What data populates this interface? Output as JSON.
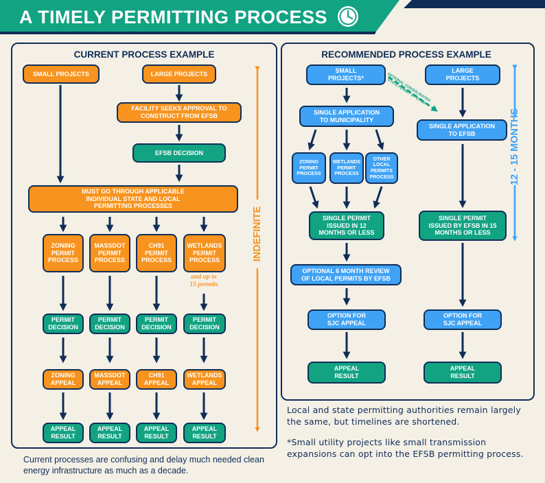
{
  "title": "A TIMELY PERMITTING PROCESS",
  "icons": {
    "clock": "clock-icon"
  },
  "colors": {
    "navy": "#0f2d57",
    "green": "#12a383",
    "orange": "#f7931e",
    "blue": "#3fa2f5",
    "background": "#f4f0e6"
  },
  "current": {
    "heading": "CURRENT PROCESS EXAMPLE",
    "small_projects": "SMALL PROJECTS",
    "large_projects": "LARGE PROJECTS",
    "facility_seeks": "FACILITY SEEKS APPROVAL TO\nCONSTRUCT FROM EFSB",
    "efsb_decision": "EFSB DECISION",
    "must_go_through": "MUST GO THROUGH APPLICABLE\nINDIVIDUAL STATE AND LOCAL\nPERMITTING PROCESSES",
    "processes": [
      "ZONING\nPERMIT\nPROCESS",
      "MASSDOT\nPERMIT\nPROCESS",
      "CH91\nPERMIT\nPROCESS",
      "WETLANDS\nPERMIT\nPROCESS"
    ],
    "more_permits_note": "and  up to\n15 permits",
    "decisions": [
      "PERMIT\nDECISION",
      "PERMIT\nDECISION",
      "PERMIT\nDECISION",
      "PERMIT\nDECISION"
    ],
    "appeals": [
      "ZONING\nAPPEAL",
      "MASSDOT\nAPPEAL",
      "CH91\nAPPEAL",
      "WETLANDS\nAPPEAL"
    ],
    "results": [
      "APPEAL\nRESULT",
      "APPEAL\nRESULT",
      "APPEAL\nRESULT",
      "APPEAL\nRESULT"
    ],
    "timeline": "INDEFINITE",
    "footnote": "Current processes are confusing and delay much needed clean\nenergy infrastructure as much as a decade."
  },
  "recommended": {
    "heading": "RECOMMENDED PROCESS EXAMPLE",
    "small_projects": "SMALL\nPROJECTS*",
    "large_projects": "LARGE\nPROJECTS",
    "optional_label": "OPTIONAL CONSOLIDATED\nSTATE PERMIT BY EFSB",
    "single_app_municipality": "SINGLE APPLICATION\nTO MUNICIPALITY",
    "single_app_efsb": "SINGLE APPLICATION\nTO EFSB",
    "local_processes": [
      "ZONING\nPERMIT\nPROCESS",
      "WETLANDS\nPERMIT\nPROCESS",
      "OTHER\nLOCAL\nPERMITS\nPROCESS"
    ],
    "single_permit_12": "SINGLE PERMIT\nISSUED IN 12\nMONTHS OR LESS",
    "single_permit_15": "SINGLE PERMIT\nISSUED BY EFSB IN 15\nMONTHS OR LESS",
    "optional_review": "OPTIONAL 6 MONTH REVIEW\nOF LOCAL PERMITS BY EFSB",
    "sjc_appeal_left": "OPTION FOR\nSJC APPEAL",
    "sjc_appeal_right": "OPTION FOR\nSJC APPEAL",
    "result_left": "APPEAL\nRESULT",
    "result_right": "APPEAL\nRESULT",
    "timeline": "12 - 15 MONTHS",
    "footnote_1": "Local and state permitting authorities remain largely the same, but timelines are shortened.",
    "footnote_2": "*Small utility projects like small transmission expansions can opt into the EFSB permitting process."
  }
}
